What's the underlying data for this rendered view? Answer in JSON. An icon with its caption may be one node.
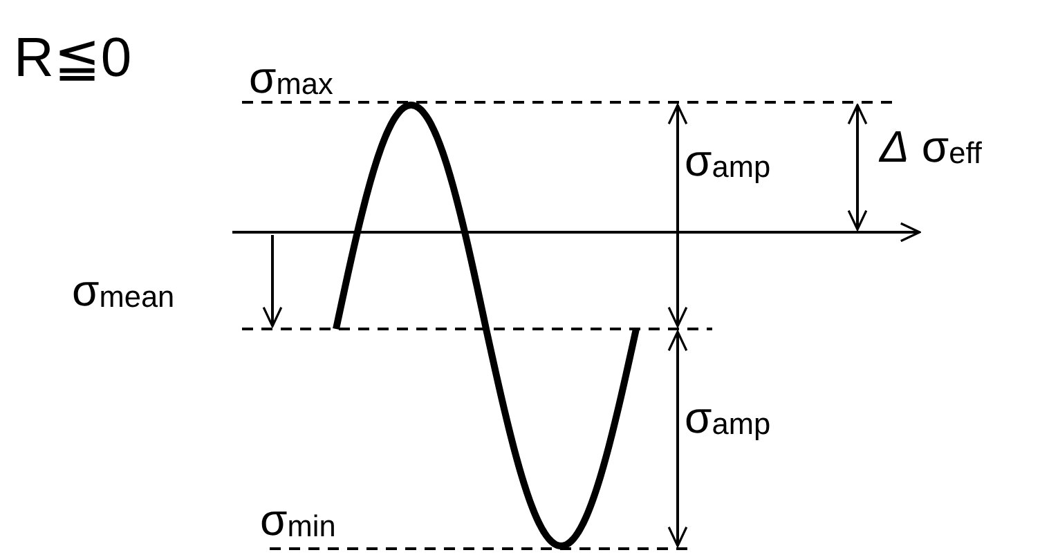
{
  "diagram": {
    "labels": [
      "R≦0",
      "σ$_{max}$",
      "σ$_{amp}$",
      "*Δ* σ$_{eff}$",
      "σ$_{mean}$",
      "σ$_{amp}$",
      "σ$_{min}$"
    ]
  }
}
